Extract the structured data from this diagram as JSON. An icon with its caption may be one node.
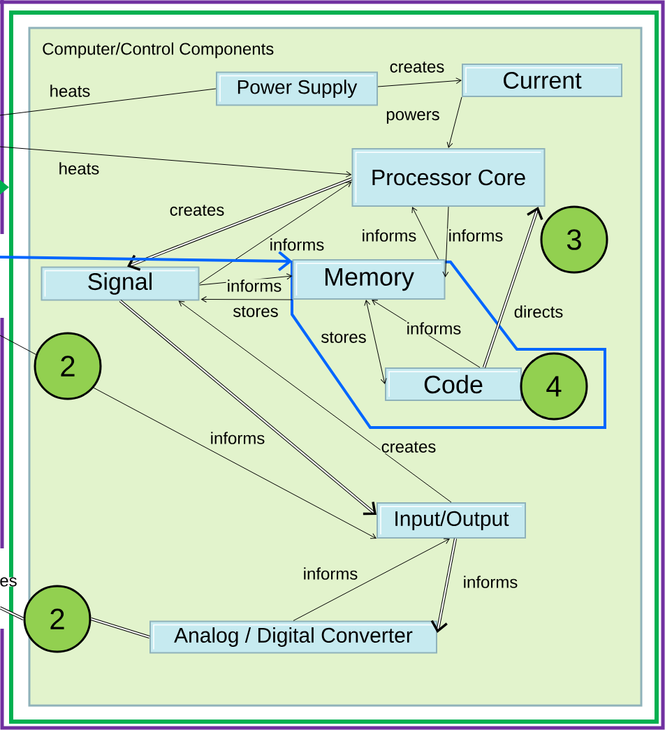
{
  "diagram": {
    "nodes": [
      {
        "text": [],
        "shape": "box"
      },
      {
        "text": [
          "Computer/Control  Components"
        ],
        "in": 0
      },
      {
        "text": [
          "Power Supply"
        ],
        "in": 1
      },
      {
        "text": [
          "Current"
        ],
        "in": 1
      },
      {
        "text": [
          "Processor Core"
        ],
        "in": 1
      },
      {
        "text": [
          "3"
        ],
        "in": 1
      },
      {
        "text": [
          "Signal"
        ],
        "in": 1
      },
      {
        "text": [
          "Memory"
        ],
        "in": 1
      },
      {
        "text": [
          "2"
        ],
        "in": 1
      },
      {
        "text": [
          "Code"
        ],
        "in": 1
      },
      {
        "text": [
          "4"
        ],
        "in": 1
      },
      {
        "text": [
          "Input/Output"
        ],
        "in": 1
      },
      {
        "text": [
          "2"
        ],
        "in": 0
      },
      {
        "text": [
          "Analog / Digital Converter"
        ],
        "in": 1
      }
    ],
    "edges": [
      {
        "from": 2,
        "to": 3,
        "arrow": "to",
        "label": "creates"
      },
      {
        "from": 3,
        "to": 4,
        "arrow": "to",
        "label": "powers"
      },
      {
        "from": 2,
        "to": null,
        "arrow": "none",
        "label": "heats"
      },
      {
        "from": null,
        "to": 4,
        "arrow": "to",
        "label": "heats"
      },
      {
        "from": 4,
        "to": 6,
        "arrow": "to",
        "label": "creates",
        "style": "thick"
      },
      {
        "from": 6,
        "to": 4,
        "arrow": "to",
        "label": "informs"
      },
      {
        "from": 6,
        "to": 7,
        "arrow": "to",
        "label": "informs"
      },
      {
        "from": 7,
        "to": 6,
        "arrow": "to",
        "label": "stores"
      },
      {
        "from": 7,
        "to": 4,
        "arrow": "to",
        "label": "informs"
      },
      {
        "from": 4,
        "to": 7,
        "arrow": "to",
        "label": "informs"
      },
      {
        "from": 7,
        "to": 9,
        "arrow": "both",
        "label": "stores"
      },
      {
        "from": 9,
        "to": 7,
        "arrow": "to",
        "label": "informs"
      },
      {
        "from": 9,
        "to": 4,
        "arrow": "to",
        "label": "directs",
        "style": "thick"
      },
      {
        "from": 6,
        "to": 11,
        "arrow": "to",
        "style": "thick"
      },
      {
        "from": 11,
        "to": 6,
        "arrow": "to",
        "label": "creates"
      },
      {
        "from": 8,
        "to": 11,
        "arrow": "to",
        "label": "informs"
      },
      {
        "from": null,
        "to": 8,
        "arrow": "none"
      },
      {
        "from": 11,
        "to": 13,
        "arrow": "to",
        "label": "informs",
        "style": "thick"
      },
      {
        "from": 13,
        "to": 11,
        "arrow": "to",
        "label": "informs"
      },
      {
        "from": 13,
        "to": 12,
        "arrow": "none",
        "style": "thick"
      },
      {
        "from": 12,
        "to": null,
        "arrow": "none",
        "style": "thick"
      },
      {
        "from": null,
        "to": 7,
        "arrow": "to",
        "style": "thick",
        "color": "#0066ff"
      },
      {
        "from": null,
        "to": 0,
        "arrow": "to",
        "style": "thick",
        "color": "#00b050"
      }
    ],
    "labels": [
      "es"
    ]
  }
}
